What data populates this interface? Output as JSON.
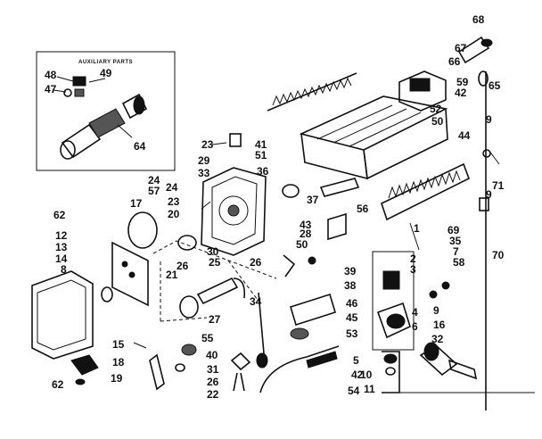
{
  "inset": {
    "title": "AUXILIARY PARTS",
    "labels": [
      "48",
      "49",
      "47",
      "64"
    ]
  },
  "labels": [
    "68",
    "67",
    "66",
    "65",
    "59",
    "42",
    "52",
    "50",
    "9",
    "44",
    "71",
    "9",
    "69",
    "35",
    "7",
    "58",
    "70",
    "41",
    "51",
    "23",
    "29",
    "33",
    "36",
    "37",
    "43",
    "28",
    "50",
    "56",
    "39",
    "38",
    "1",
    "2",
    "3",
    "4",
    "6",
    "24",
    "57",
    "17",
    "24",
    "23",
    "20",
    "62",
    "12",
    "13",
    "14",
    "8",
    "30",
    "25",
    "26",
    "21",
    "26",
    "34",
    "46",
    "45",
    "53",
    "27",
    "55",
    "40",
    "31",
    "26",
    "22",
    "15",
    "18",
    "19",
    "62",
    "9",
    "16",
    "32",
    "5",
    "42",
    "10",
    "11",
    "54"
  ]
}
